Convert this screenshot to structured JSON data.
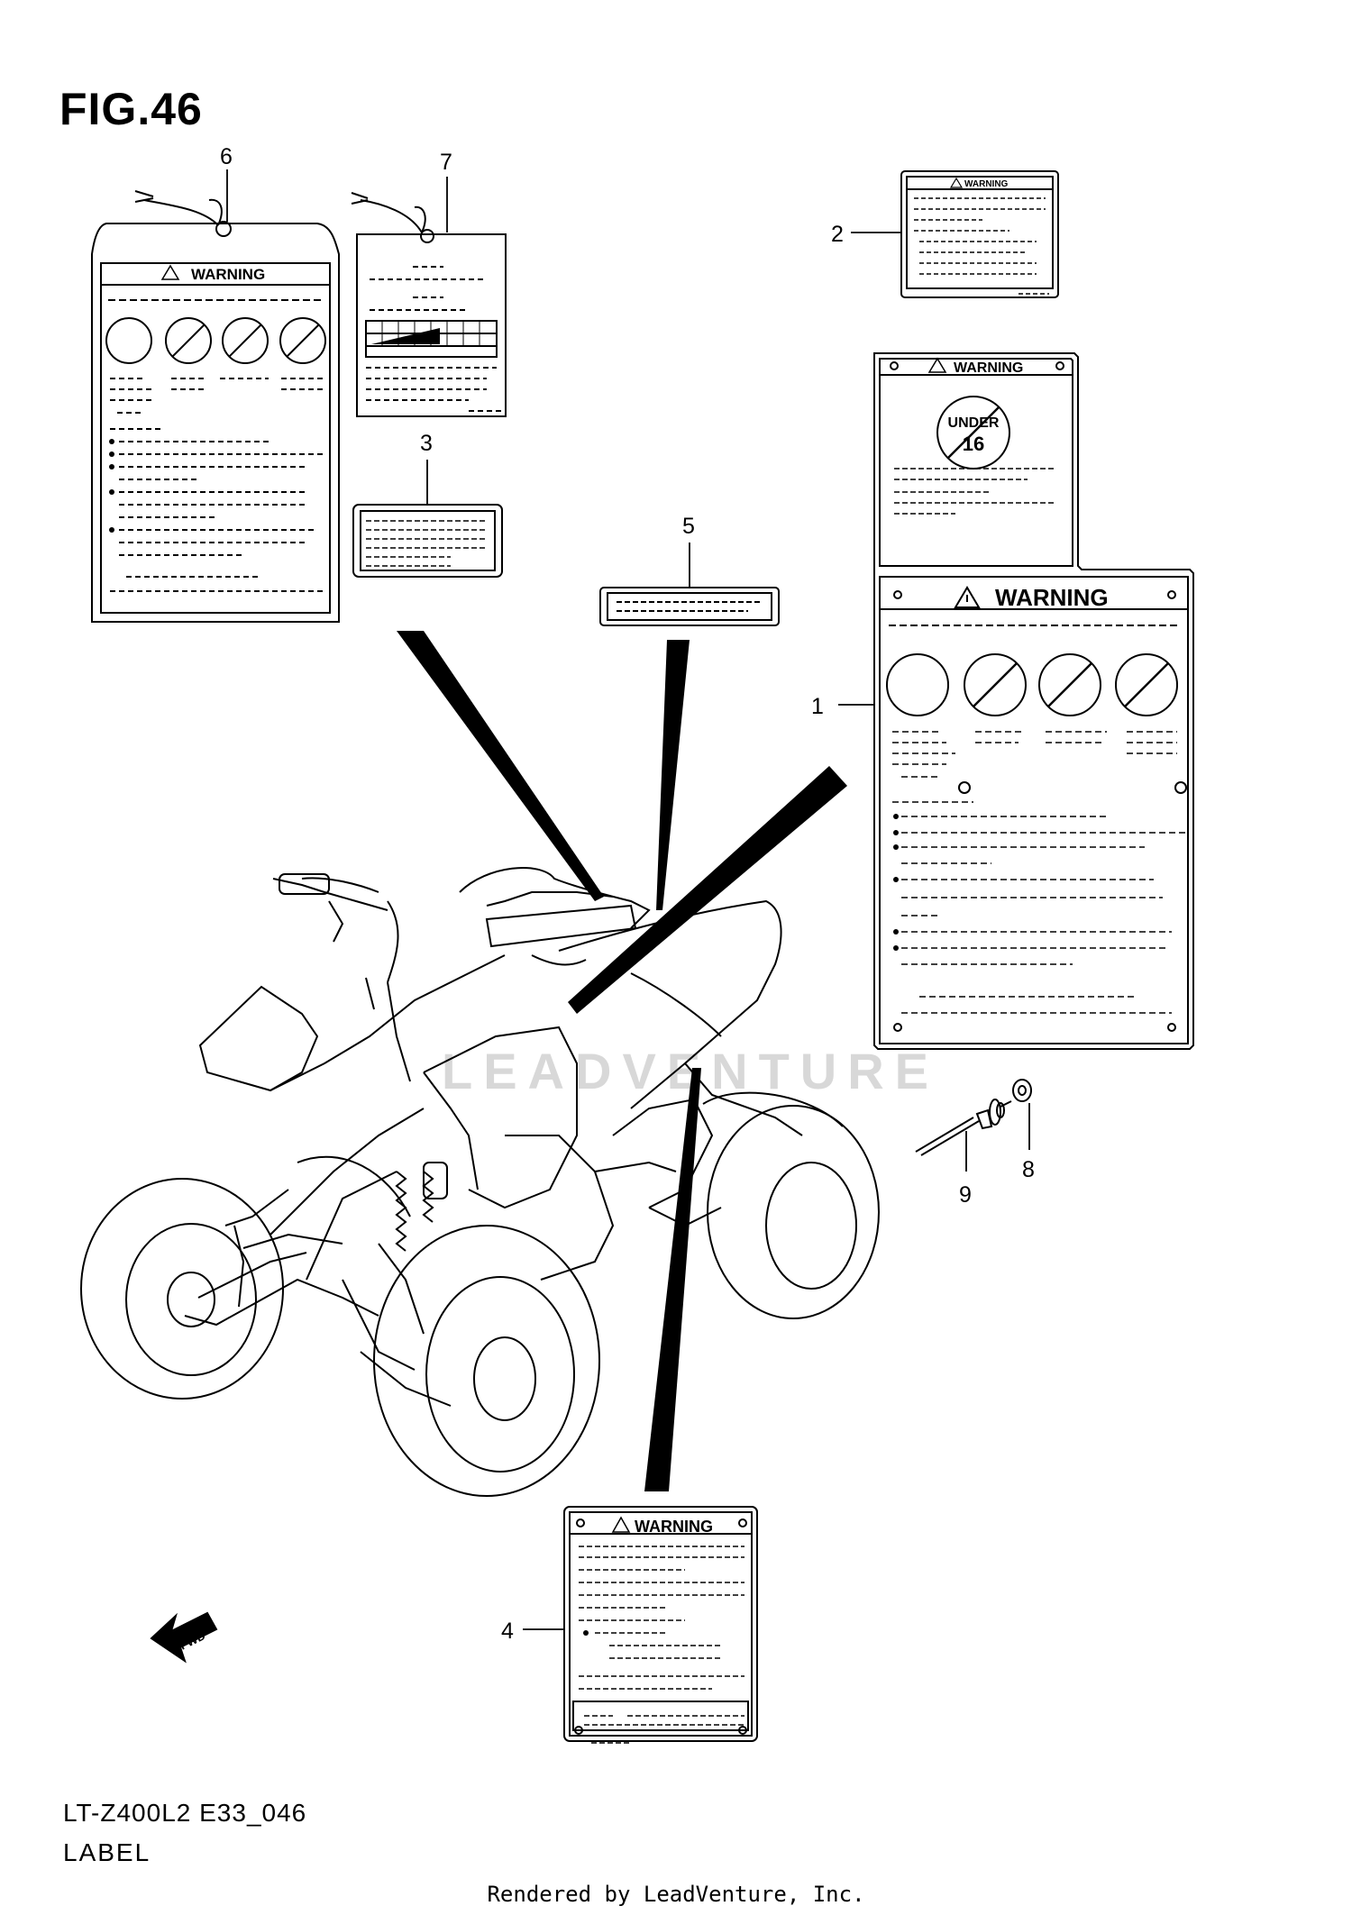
{
  "figure": {
    "title": "FIG.46",
    "model_code": "LT-Z400L2 E33_046",
    "name": "LABEL",
    "watermark": "LEADVENTURE",
    "footer": "Rendered by LeadVenture, Inc."
  },
  "callouts": [
    "1",
    "2",
    "3",
    "4",
    "5",
    "6",
    "7",
    "8",
    "9"
  ],
  "labels": {
    "warning_text": "WARNING",
    "under_text": "UNDER",
    "age_text": "16",
    "fwd_text": "FWD"
  }
}
